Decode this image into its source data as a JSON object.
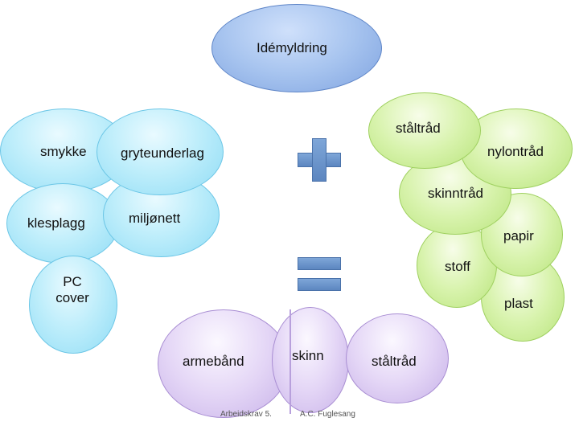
{
  "title": "Idémyldring",
  "left_items": [
    "smykke",
    "gryteunderlag",
    "klesplagg",
    "miljønett",
    "PC\ncover"
  ],
  "right_items": [
    "ståltråd",
    "nylontråd",
    "skinntråd",
    "papir",
    "stoff",
    "plast"
  ],
  "bottom_items": [
    "armebånd",
    "skinn",
    "ståltråd"
  ],
  "operators": [
    "plus-icon",
    "equals-icon"
  ],
  "footer": {
    "left": "Arbeidskrav 5.",
    "right": "A.C. Fuglesang"
  },
  "colors": {
    "title": "#a7c4ef",
    "left": "#bfeefb",
    "right": "#d8f3ad",
    "bottom": "#e4d6f6",
    "operator": "#5c86c0"
  }
}
